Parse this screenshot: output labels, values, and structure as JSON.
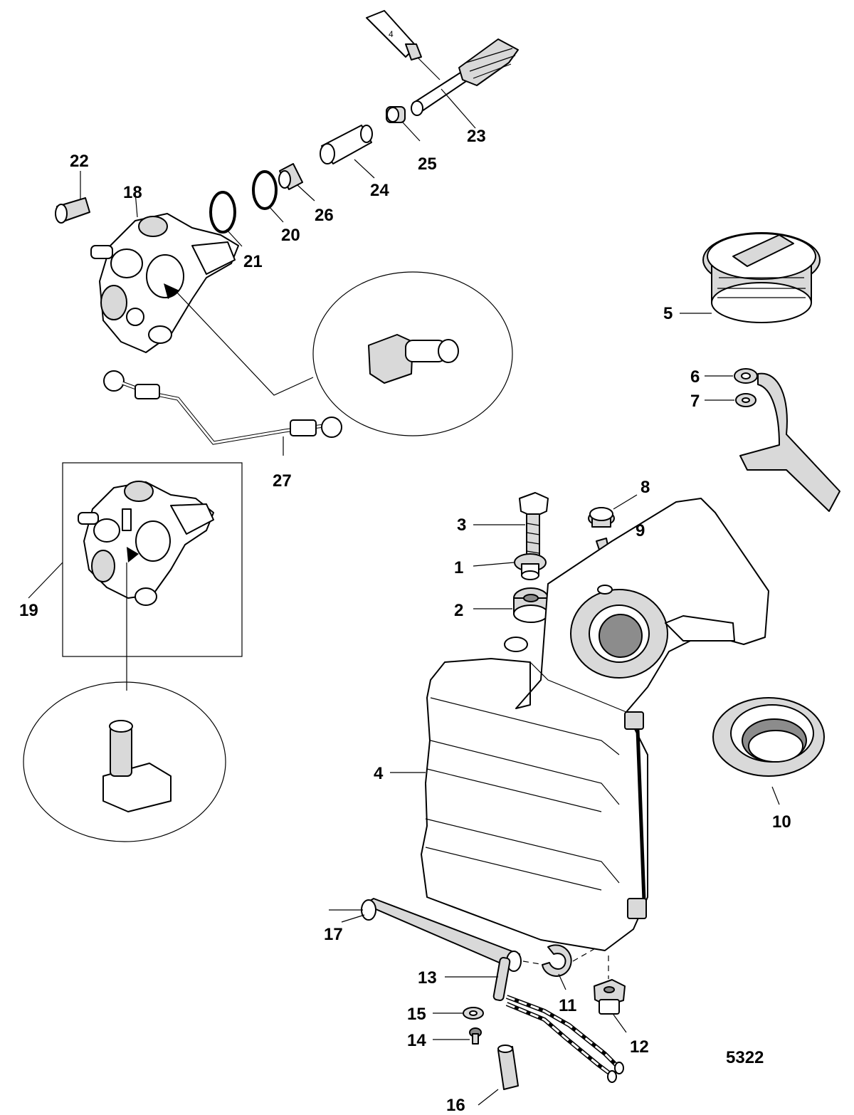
{
  "callouts": [
    {
      "id": "1",
      "text": "1"
    },
    {
      "id": "2",
      "text": "2"
    },
    {
      "id": "3",
      "text": "3"
    },
    {
      "id": "4",
      "text": "4"
    },
    {
      "id": "5",
      "text": "5"
    },
    {
      "id": "6",
      "text": "6"
    },
    {
      "id": "7",
      "text": "7"
    },
    {
      "id": "8",
      "text": "8"
    },
    {
      "id": "9",
      "text": "9"
    },
    {
      "id": "10",
      "text": "10"
    },
    {
      "id": "11",
      "text": "11"
    },
    {
      "id": "12",
      "text": "12"
    },
    {
      "id": "13",
      "text": "13"
    },
    {
      "id": "14",
      "text": "14"
    },
    {
      "id": "15",
      "text": "15"
    },
    {
      "id": "16",
      "text": "16"
    },
    {
      "id": "17",
      "text": "17"
    },
    {
      "id": "18",
      "text": "18"
    },
    {
      "id": "19",
      "text": "19"
    },
    {
      "id": "20",
      "text": "20"
    },
    {
      "id": "21",
      "text": "21"
    },
    {
      "id": "22",
      "text": "22"
    },
    {
      "id": "23",
      "text": "23"
    },
    {
      "id": "24",
      "text": "24"
    },
    {
      "id": "25",
      "text": "25"
    },
    {
      "id": "26",
      "text": "26"
    },
    {
      "id": "27",
      "text": "27"
    }
  ],
  "lubricant_tube_label": "4",
  "figure_number": "5322"
}
